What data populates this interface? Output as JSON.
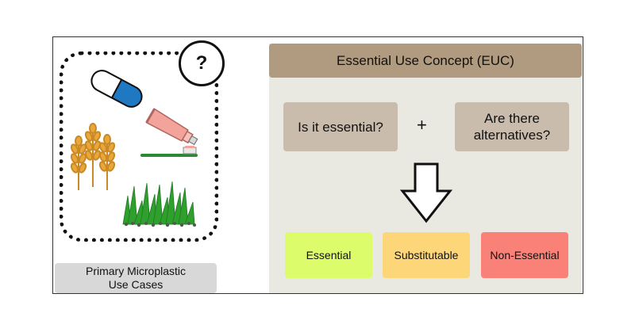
{
  "left_panel": {
    "question_mark": "?",
    "caption_line1": "Primary Microplastic",
    "caption_line2": "Use Cases",
    "icons": [
      "capsule-icon",
      "toothpaste-icon",
      "toothbrush-icon",
      "wheat-icon",
      "grass-icon"
    ]
  },
  "right_panel": {
    "header": "Essential Use Concept (EUC)",
    "question1": "Is it essential?",
    "plus": "+",
    "question2_line1": "Are there",
    "question2_line2": "alternatives?",
    "results": [
      {
        "label": "Essential",
        "color": "#dcfc6c"
      },
      {
        "label": "Substitutable",
        "color": "#fdd679"
      },
      {
        "label": "Non-Essential",
        "color": "#f98177"
      }
    ]
  },
  "colors": {
    "header_bg": "#b09a80",
    "question_bg": "#c9bcad",
    "panel_bg": "#eae9e1",
    "caption_bg": "#d8d8d8",
    "capsule": "#1e78c2",
    "wheat": "#e8a63b",
    "grass": "#2fa02e",
    "toothpaste": "#f3a39a"
  }
}
